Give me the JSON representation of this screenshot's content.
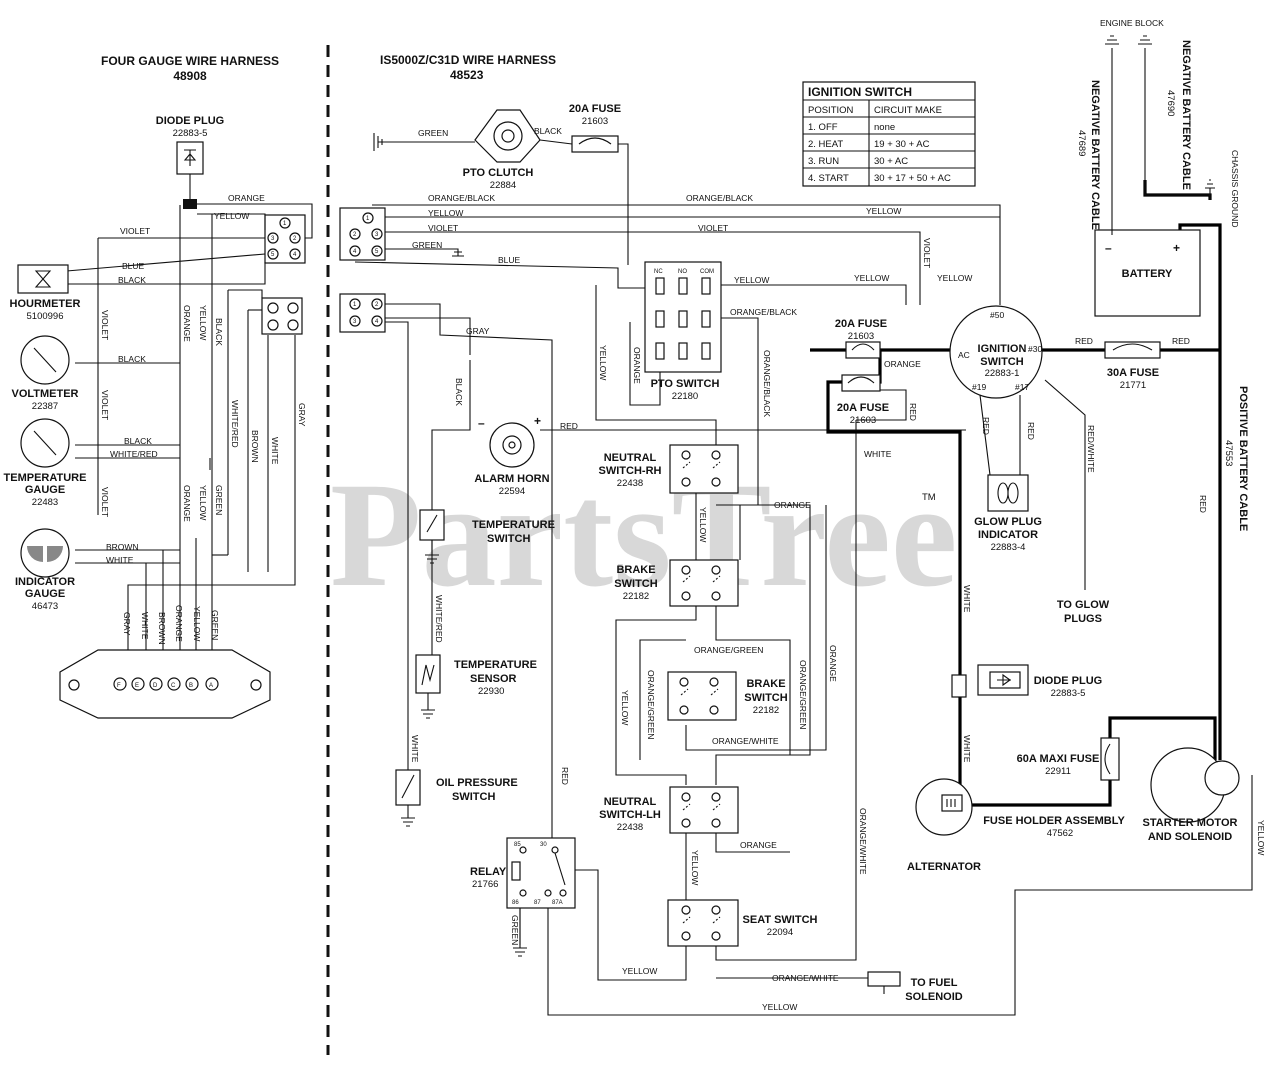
{
  "watermark": "PartsTree",
  "trademark": "TM",
  "harness_left": {
    "title": "FOUR GAUGE WIRE HARNESS",
    "number": "48908"
  },
  "harness_right": {
    "title": "IS5000Z/C31D  WIRE HARNESS",
    "number": "48523"
  },
  "ignition_table": {
    "title": "IGNITION SWITCH",
    "headers": [
      "POSITION",
      "CIRCUIT MAKE"
    ],
    "rows": [
      [
        "1. OFF",
        "none"
      ],
      [
        "2. HEAT",
        "19 + 30 + AC"
      ],
      [
        "3. RUN",
        "30 + AC"
      ],
      [
        "4. START",
        "30 + 17 + 50 + AC"
      ]
    ]
  },
  "components": {
    "diode_plug_left": {
      "name": "DIODE PLUG",
      "part": "22883-5"
    },
    "hourmeter": {
      "name": "HOURMETER",
      "part": "5100996"
    },
    "voltmeter": {
      "name": "VOLTMETER",
      "part": "22387"
    },
    "temp_gauge": {
      "name1": "TEMPERATURE",
      "name2": "GAUGE",
      "part": "22483"
    },
    "indicator_gauge": {
      "name1": "INDICATOR",
      "name2": "GAUGE",
      "part": "46473"
    },
    "pto_clutch": {
      "name": "PTO CLUTCH",
      "part": "22884"
    },
    "fuse_top": {
      "name": "20A FUSE",
      "part": "21603"
    },
    "pto_switch": {
      "name": "PTO SWITCH",
      "part": "22180"
    },
    "fuse_mid1": {
      "name": "20A FUSE",
      "part": "21603"
    },
    "fuse_mid2": {
      "name": "20A FUSE",
      "part": "21603"
    },
    "ignition_switch": {
      "name1": "IGNITION",
      "name2": "SWITCH",
      "part": "22883-1"
    },
    "fuse_30a": {
      "name": "30A FUSE",
      "part": "21771"
    },
    "battery": {
      "name": "BATTERY"
    },
    "engine_block": "ENGINE BLOCK",
    "chassis_ground": "CHASSIS GROUND",
    "neg_cable_1": {
      "name": "NEGATIVE BATTERY CABLE",
      "part": "47690"
    },
    "neg_cable_2": {
      "name": "NEGATIVE BATTERY CABLE",
      "part": "47689"
    },
    "pos_cable": {
      "name": "POSITIVE BATTERY CABLE",
      "part": "47553"
    },
    "alarm_horn": {
      "name": "ALARM HORN",
      "part": "22594"
    },
    "temp_switch": {
      "name1": "TEMPERATURE",
      "name2": "SWITCH"
    },
    "neutral_rh": {
      "name1": "NEUTRAL",
      "name2": "SWITCH-RH",
      "part": "22438"
    },
    "brake_switch_1": {
      "name1": "BRAKE",
      "name2": "SWITCH",
      "part": "22182"
    },
    "brake_switch_2": {
      "name1": "BRAKE",
      "name2": "SWITCH",
      "part": "22182"
    },
    "neutral_lh": {
      "name1": "NEUTRAL",
      "name2": "SWITCH-LH",
      "part": "22438"
    },
    "seat_switch": {
      "name": "SEAT SWITCH",
      "part": "22094"
    },
    "temp_sensor": {
      "name1": "TEMPERATURE",
      "name2": "SENSOR",
      "part": "22930"
    },
    "oil_switch": {
      "name1": "OIL PRESSURE",
      "name2": "SWITCH"
    },
    "relay": {
      "name": "RELAY",
      "part": "21766"
    },
    "glow_plug_indicator": {
      "name1": "GLOW PLUG",
      "name2": "INDICATOR",
      "part": "22883-4"
    },
    "to_glow_plugs": {
      "line1": "TO GLOW",
      "line2": "PLUGS"
    },
    "diode_plug_right": {
      "name": "DIODE PLUG",
      "part": "22883-5"
    },
    "maxi_fuse": {
      "name": "60A MAXI FUSE",
      "part": "22911"
    },
    "fuse_holder": {
      "name": "FUSE HOLDER ASSEMBLY",
      "part": "47562"
    },
    "alternator": {
      "name": "ALTERNATOR"
    },
    "starter": {
      "name1": "STARTER MOTOR",
      "name2": "AND SOLENOID"
    },
    "fuel_solenoid": {
      "line1": "TO FUEL",
      "line2": "SOLENOID"
    }
  },
  "terminals": {
    "ac": "AC",
    "t50": "#50",
    "t30": "#30",
    "t19": "#19",
    "t17": "#17",
    "minus": "–",
    "plus": "+",
    "nc": "NC",
    "no": "NO",
    "com": "COM",
    "relay_85": "85",
    "relay_30": "30",
    "relay_86": "86",
    "relay_87": "87",
    "relay_87a": "87A",
    "connector_letters": [
      "F",
      "E",
      "D",
      "C",
      "B",
      "A"
    ]
  },
  "wires": {
    "orange": "ORANGE",
    "yellow": "YELLOW",
    "violet": "VIOLET",
    "blue": "BLUE",
    "black": "BLACK",
    "white_red": "WHITE/RED",
    "brown": "BROWN",
    "white": "WHITE",
    "gray": "GRAY",
    "green": "GREEN",
    "orange_black": "ORANGE/BLACK",
    "red": "RED",
    "orange_green": "ORANGE/GREEN",
    "orange_white": "ORANGE/WHITE",
    "red_white": "RED/WHITE"
  }
}
